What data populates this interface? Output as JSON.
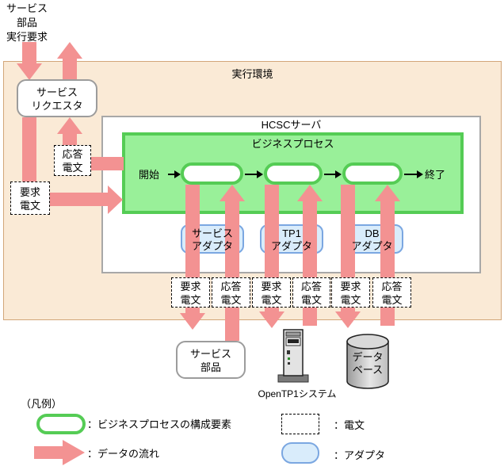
{
  "colors": {
    "env_fill": "#FAEAD6",
    "env_border": "#D2A679",
    "flow_pink": "#F39292",
    "process_green_fill": "#99F099",
    "process_green_border": "#55CC55",
    "adapter_fill": "#D9ECFB",
    "adapter_border": "#7BA7E1",
    "box_gray_border": "#A8A8A8"
  },
  "caller": {
    "lines": [
      "サービス",
      "部品",
      "実行要求"
    ]
  },
  "env": {
    "title": "実行環境"
  },
  "requester": {
    "lines": [
      "サービス",
      "リクエスタ"
    ]
  },
  "left_messages": {
    "response": {
      "lines": [
        "応答",
        "電文"
      ]
    },
    "request": {
      "lines": [
        "要求",
        "電文"
      ]
    }
  },
  "hcsc": {
    "title": "HCSCサーバ"
  },
  "process": {
    "title": "ビジネスプロセス",
    "start_label": "開始",
    "end_label": "終了"
  },
  "adapters": [
    {
      "lines": [
        "サービス",
        "アダプタ"
      ]
    },
    {
      "lines": [
        "TP1",
        "アダプタ"
      ]
    },
    {
      "lines": [
        "DB",
        "アダプタ"
      ]
    }
  ],
  "message_row": [
    {
      "lines": [
        "要求",
        "電文"
      ]
    },
    {
      "lines": [
        "応答",
        "電文"
      ]
    },
    {
      "lines": [
        "要求",
        "電文"
      ]
    },
    {
      "lines": [
        "応答",
        "電文"
      ]
    },
    {
      "lines": [
        "要求",
        "電文"
      ]
    },
    {
      "lines": [
        "応答",
        "電文"
      ]
    }
  ],
  "externals": {
    "service_component": {
      "lines": [
        "サービス",
        "部品"
      ]
    },
    "opentp1_label": "OpenTP1システム",
    "database": {
      "lines": [
        "データ",
        "ベース"
      ]
    }
  },
  "legend": {
    "title": "（凡例）",
    "process_element_label": "：ビジネスプロセスの構成要素",
    "data_flow_label": "：データの流れ",
    "message_label": "：電文",
    "adapter_label": "：アダプタ"
  }
}
